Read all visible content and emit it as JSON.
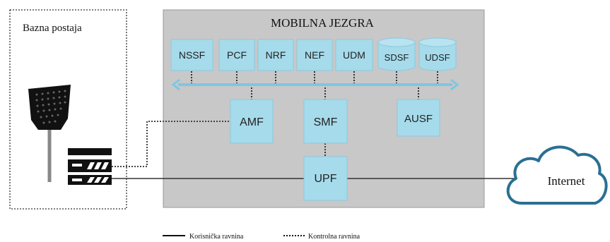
{
  "base_station": {
    "label": "Bazna postaja"
  },
  "core": {
    "title": "MOBILNA JEZGRA",
    "top_functions": [
      "NSSF",
      "PCF",
      "NRF",
      "NEF",
      "UDM"
    ],
    "databases": [
      "SDSF",
      "UDSF"
    ],
    "amf": "AMF",
    "smf": "SMF",
    "ausf": "AUSF",
    "upf": "UPF"
  },
  "internet": {
    "label": "Internet"
  },
  "legend": {
    "user_plane": "Korisnička ravnina",
    "control_plane": "Kontrolna ravnina"
  },
  "colors": {
    "core_bg": "#c8c8c8",
    "function_fill": "#a6dbeb",
    "function_stroke": "#8cc9de",
    "bus_arrow": "#7fc6e3",
    "cloud_stroke": "#2b6f93",
    "line": "#333333"
  },
  "icons": [
    "antenna-icon",
    "router-icon",
    "cloud-icon"
  ]
}
